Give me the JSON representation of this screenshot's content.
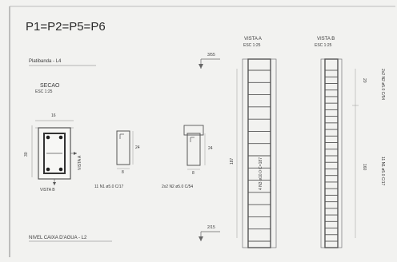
{
  "sheet": {
    "title": "P1=P2=P5=P6",
    "level_top": "Platibanda - L4",
    "level_bottom": "NIVEL CAIXA D'AGUA - L2",
    "elev_top": "3/55",
    "elev_bottom": "2/15"
  },
  "section": {
    "title": "SECAO",
    "scale": "ESC 1:25",
    "dim_width": "16",
    "dim_height": "30",
    "vista_a": "VISTA A",
    "vista_b": "VISTA B"
  },
  "stirrups": {
    "a_height": "24",
    "a_base": "8",
    "a_label": "11 N1 ø5.0 C/17",
    "b_height": "24",
    "b_base": "8",
    "b_label": "2x2 N2 ø5.0 C/54"
  },
  "elevations": {
    "vista_a_title": "VISTA A",
    "vista_a_scale": "ESC 1:25",
    "vista_b_title": "VISTA B",
    "vista_b_scale": "ESC 1:25",
    "bars_label": "4 N3 ø10.0 C=187",
    "length_dim": "187",
    "dim_top": "20",
    "dim_bottom": "160",
    "right_label_top": "2x2 N2 ø5.0 C/54",
    "right_label_bottom": "11 N1 ø5.0 C/17"
  }
}
